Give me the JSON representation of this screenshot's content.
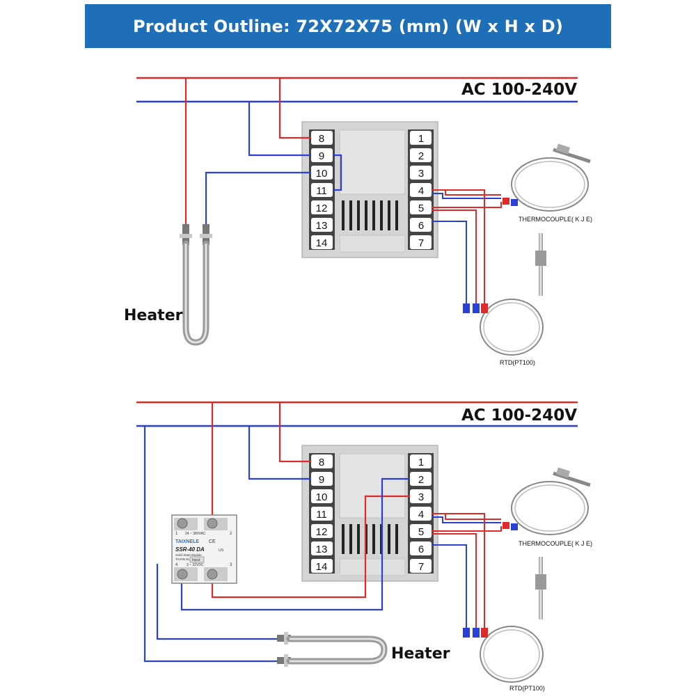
{
  "banner": {
    "title": "Product Outline: 72X72X75 (mm) (W x H x D)"
  },
  "colors": {
    "banner": "#1f6fb8",
    "live_wire": "#e02a2a",
    "neutral_wire": "#2a3fd6",
    "controller_body": "#d4d4d4"
  },
  "diagram_top": {
    "supply_label": "AC 100-240V",
    "heater_label": "Heater",
    "thermocouple_label": "THERMOCOUPLE( K J E)",
    "rtd_label": "RTD(PT100)",
    "terminals_left": [
      "8",
      "9",
      "10",
      "11",
      "12",
      "13",
      "14"
    ],
    "terminals_right": [
      "1",
      "2",
      "3",
      "4",
      "5",
      "6",
      "7"
    ]
  },
  "diagram_bottom": {
    "supply_label": "AC 100-240V",
    "heater_label": "Heater",
    "thermocouple_label": "THERMOCOUPLE( K J E)",
    "rtd_label": "RTD(PT100)",
    "terminals_left": [
      "8",
      "9",
      "10",
      "11",
      "12",
      "13",
      "14"
    ],
    "terminals_right": [
      "1",
      "2",
      "3",
      "4",
      "5",
      "6",
      "7"
    ],
    "ssr": {
      "brand": "TAIXNELE",
      "model": "SSR-40 DA",
      "subtitle": "Solid State Module",
      "maker": "TAIXIN ELECTRIC",
      "output_spec": "24 ~ 380VAC",
      "input_label": "Input",
      "input_spec": "3 ~ 32VDC",
      "pin1": "1",
      "pin2": "2",
      "pin3": "3",
      "pin4": "4",
      "mark_ce": "CE",
      "mark_us": "US"
    }
  }
}
